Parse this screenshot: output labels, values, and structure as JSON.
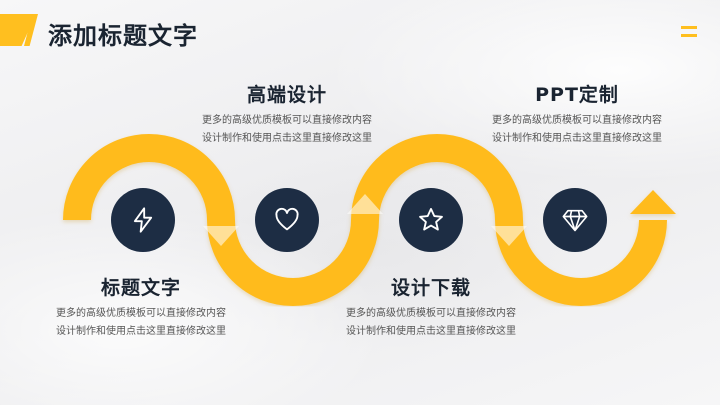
{
  "header": {
    "title": "添加标题文字"
  },
  "colors": {
    "accent": "#ffbf1f",
    "dark": "#1d2d44"
  },
  "steps": [
    {
      "title": "标题文字",
      "desc": "更多的高级优质模板可以直接修改内容设计制作和使用点击这里直接修改这里",
      "icon": "lightning-icon"
    },
    {
      "title": "高端设计",
      "desc": "更多的高级优质模板可以直接修改内容设计制作和使用点击这里直接修改这里",
      "icon": "heart-icon"
    },
    {
      "title": "设计下载",
      "desc": "更多的高级优质模板可以直接修改内容设计制作和使用点击这里直接修改这里",
      "icon": "star-icon"
    },
    {
      "title": "PPT定制",
      "desc": "更多的高级优质模板可以直接修改内容设计制作和使用点击这里直接修改这里",
      "icon": "diamond-icon"
    }
  ]
}
